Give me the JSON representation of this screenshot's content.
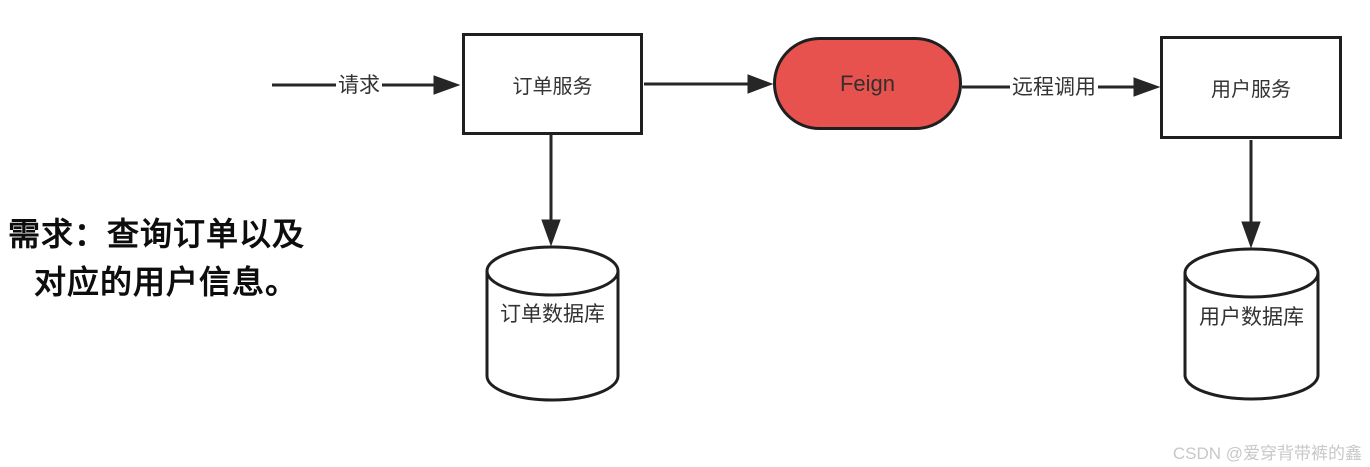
{
  "requirement": {
    "line1": "需求：查询订单以及",
    "line2": "对应的用户信息。"
  },
  "flow": {
    "request_label": "请求",
    "remote_call_label": "远程调用",
    "order_service": "订单服务",
    "feign": "Feign",
    "user_service": "用户服务",
    "order_database": "订单数据库",
    "user_database": "用户数据库"
  },
  "watermark": "CSDN @爱穿背带裤的鑫",
  "colors": {
    "stroke": "#262626",
    "node_border": "#1f1f1f",
    "feign_fill": "#e8524e",
    "node_text": "#333333",
    "requirement_text": "#0d0d0d",
    "watermark_text": "#c8c8c8"
  }
}
